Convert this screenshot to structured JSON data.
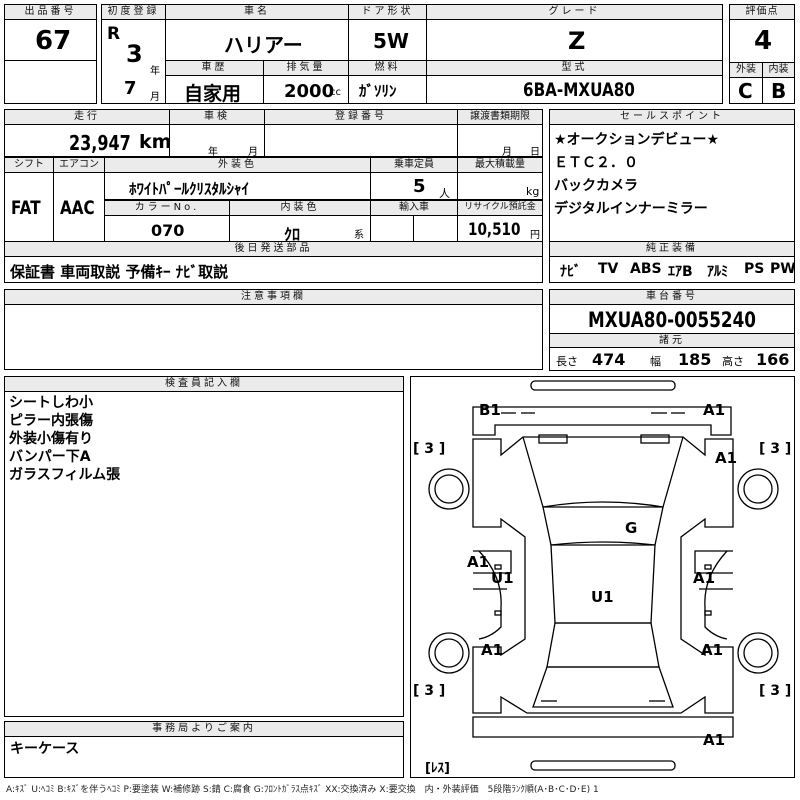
{
  "lot": {
    "label": "出品番号",
    "value": "67"
  },
  "registration": {
    "label": "初度登録",
    "era": "R",
    "year": "3",
    "year_unit": "年",
    "month": "7",
    "month_unit": "月"
  },
  "car_name": {
    "label": "車名",
    "value": "ハリアー"
  },
  "door": {
    "label": "ドア形状",
    "value": "5W"
  },
  "grade": {
    "label": "グレード",
    "value": "Z"
  },
  "score": {
    "label": "評価点",
    "value": "4",
    "exterior_label": "外装",
    "exterior": "C",
    "interior_label": "内装",
    "interior": "B"
  },
  "history": {
    "label": "車歴",
    "value": "自家用"
  },
  "displacement": {
    "label": "排気量",
    "value": "2000",
    "unit": "cc"
  },
  "fuel": {
    "label": "燃料",
    "value": "ｶﾞｿﾘﾝ"
  },
  "model": {
    "label": "型式",
    "value": "6BA-MXUA80"
  },
  "mileage": {
    "label": "走行",
    "value": "23,947",
    "unit": "km"
  },
  "inspection": {
    "label": "車検",
    "year_unit": "年",
    "month_unit": "月"
  },
  "reg_number": {
    "label": "登録番号"
  },
  "transfer_deadline": {
    "label": "譲渡書類期限",
    "month_unit": "月",
    "day_unit": "日"
  },
  "shift": {
    "label": "シフト",
    "value": "FAT"
  },
  "aircon": {
    "label": "エアコン",
    "value": "AAC"
  },
  "exterior_color": {
    "label": "外装色",
    "value": "ﾎﾜｲﾄﾊﾟｰﾙｸﾘｽﾀﾙｼｬｲ"
  },
  "capacity": {
    "label": "乗車定員",
    "value": "5",
    "unit": "人"
  },
  "max_load": {
    "label": "最大積載量",
    "unit": "kg"
  },
  "color_no": {
    "label": "カラーNo.",
    "value": "070"
  },
  "interior_color": {
    "label": "内装色",
    "value": "ｸﾛ",
    "unit": "系"
  },
  "import": {
    "label": "輸入車"
  },
  "recycle": {
    "label": "リサイクル預託金",
    "value": "10,510",
    "unit": "円"
  },
  "later_parts": {
    "label": "後日発送部品",
    "value": "保証書 車両取説 予備ｷｰ ﾅﾋﾞ取説"
  },
  "caution": {
    "label": "注意事項欄"
  },
  "sales_points": {
    "label": "セールスポイント",
    "items": [
      "★オークションデビュー★",
      "ＥＴＣ２．０",
      "バックカメラ",
      "デジタルインナーミラー"
    ]
  },
  "genuine_equipment": {
    "label": "純正装備",
    "items": [
      "ﾅﾋﾞ",
      "TV",
      "ABS",
      "ｴｱB",
      "ｱﾙﾐ",
      "PS",
      "PW"
    ]
  },
  "chassis": {
    "label": "車台番号",
    "value": "MXUA80-0055240"
  },
  "specs": {
    "label": "諸元",
    "length_label": "長さ",
    "length": "474",
    "width_label": "幅",
    "width": "185",
    "height_label": "高さ",
    "height": "166"
  },
  "inspector": {
    "label": "検査員記入欄",
    "notes": [
      "シートしわ小",
      "ピラー内張傷",
      "外装小傷有り",
      "バンパー下A",
      "ガラスフィルム張"
    ]
  },
  "office": {
    "label": "事務局よりご案内",
    "note": "キーケース"
  },
  "diagram_marks": {
    "front_bumper_left": "B1",
    "front_bumper_right": "A1",
    "front_fender_right": "A1",
    "windshield": "G",
    "front_door_left": "A1",
    "front_door_left_sub": "U1",
    "front_door_right": "A1",
    "roof": "U1",
    "rear_fender_left": "A1",
    "rear_fender_right": "A1",
    "rear_bumper": "A1",
    "tire_front_left": "[ 3 ]",
    "tire_front_right": "[ 3 ]",
    "tire_rear_left": "[ 3 ]",
    "tire_rear_right": "[ 3 ]",
    "spare": "[ﾚｽ]"
  },
  "legend": "A:ｷｽﾞ U:ﾍｺﾐ B:ｷｽﾞを伴うﾍｺﾐ P:要塗装 W:補修跡 S:錆 C:腐食 G:ﾌﾛﾝﾄｶﾞﾗｽ点ｷｽﾞ XX:交換済み X:要交換　内・外装評価　5段階ﾗﾝｸ順(A･B･C･D･E) 1"
}
